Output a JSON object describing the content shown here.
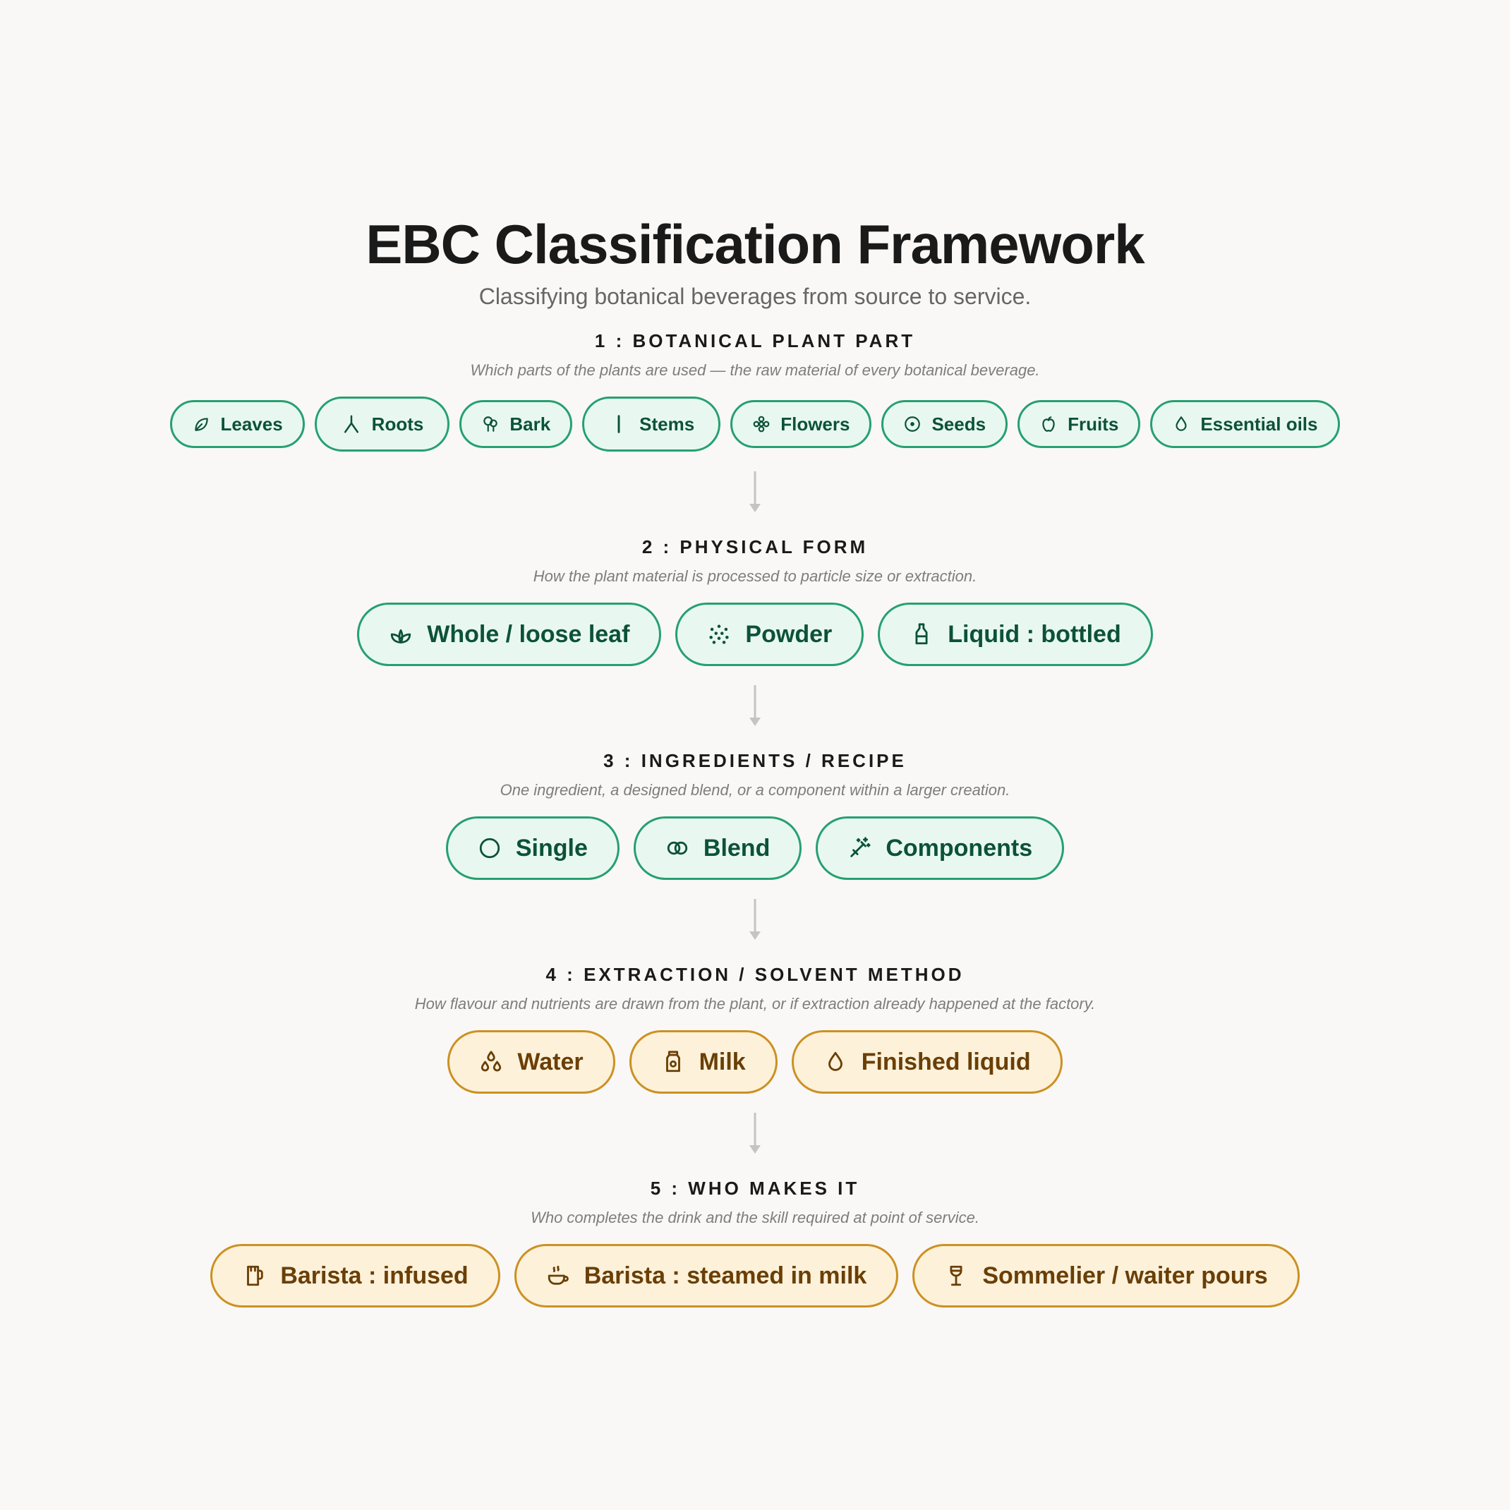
{
  "header": {
    "title": "EBC Classification Framework",
    "subtitle": "Classifying botanical beverages from source to service."
  },
  "colors": {
    "green_border": "#26a070",
    "green_fill": "#e8f8f1",
    "green_text": "#0c5238",
    "amber_border": "#cc9122",
    "amber_fill": "#fdf1da",
    "amber_text": "#6a3f05",
    "arrow": "#c4c4c4"
  },
  "sections": [
    {
      "label": "1 : BOTANICAL PLANT PART",
      "description": "Which parts of the plants are used — the raw material of every botanical beverage.",
      "items": [
        {
          "label": "Leaves",
          "icon": "leaf-icon"
        },
        {
          "label": "Roots",
          "icon": "roots-icon"
        },
        {
          "label": "Bark",
          "icon": "tree-icon"
        },
        {
          "label": "Stems",
          "icon": "stem-icon"
        },
        {
          "label": "Flowers",
          "icon": "flower-icon"
        },
        {
          "label": "Seeds",
          "icon": "seed-icon"
        },
        {
          "label": "Fruits",
          "icon": "apple-icon"
        },
        {
          "label": "Essential oils",
          "icon": "droplet-icon"
        }
      ]
    },
    {
      "label": "2 : PHYSICAL FORM",
      "description": "How the plant material is processed to particle size or extraction.",
      "items": [
        {
          "label": "Whole / loose leaf",
          "icon": "sprout-icon"
        },
        {
          "label": "Powder",
          "icon": "dots-icon"
        },
        {
          "label": "Liquid : bottled",
          "icon": "bottle-icon"
        }
      ]
    },
    {
      "label": "3 : INGREDIENTS / RECIPE",
      "description": "One ingredient, a designed blend, or a component within a larger creation.",
      "items": [
        {
          "label": "Single",
          "icon": "circle-icon"
        },
        {
          "label": "Blend",
          "icon": "link-rings-icon"
        },
        {
          "label": "Components",
          "icon": "magic-wand-icon"
        }
      ]
    },
    {
      "label": "4 : EXTRACTION / SOLVENT METHOD",
      "description": "How flavour and nutrients are drawn from the plant, or if extraction already happened at the factory.",
      "items": [
        {
          "label": "Water",
          "icon": "droplets-icon"
        },
        {
          "label": "Milk",
          "icon": "milk-bottle-icon"
        },
        {
          "label": "Finished liquid",
          "icon": "droplet-icon"
        }
      ]
    },
    {
      "label": "5 : WHO MAKES IT",
      "description": "Who completes the drink and the skill required at point of service.",
      "items": [
        {
          "label": "Barista : infused",
          "icon": "pitcher-icon"
        },
        {
          "label": "Barista : steamed in milk",
          "icon": "steaming-cup-icon"
        },
        {
          "label": "Sommelier / waiter pours",
          "icon": "wine-glass-icon"
        }
      ]
    }
  ]
}
